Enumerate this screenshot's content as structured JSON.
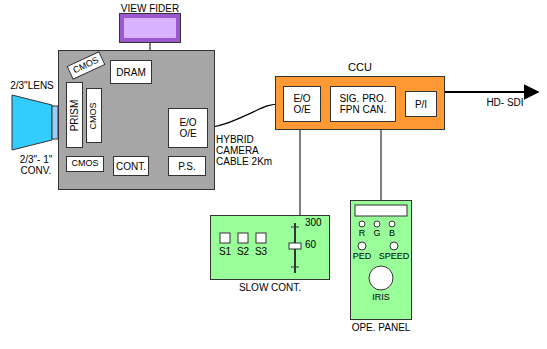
{
  "diagram": {
    "nodes": [
      {
        "text": [
          "VIEW FIDER"
        ]
      },
      {
        "text": []
      },
      {
        "text": [
          "DRAM"
        ],
        "in": 1
      },
      {
        "text": [
          "CMOS"
        ],
        "in": 1
      },
      {
        "text": [
          "PRISM"
        ],
        "in": 1
      },
      {
        "text": [
          "CMOS"
        ],
        "in": 1
      },
      {
        "text": [
          "CMOS"
        ],
        "in": 1
      },
      {
        "text": [
          "E/O O/E"
        ],
        "in": 1
      },
      {
        "text": [
          "CONT."
        ],
        "in": 1
      },
      {
        "text": [
          "P.S."
        ],
        "in": 1
      },
      {
        "text": [
          "CCU"
        ]
      },
      {
        "text": [
          "E/O O/E"
        ],
        "in": 10
      },
      {
        "text": [
          "SIG. PRO. FPN CAN."
        ],
        "in": 10
      },
      {
        "text": [
          "P/I"
        ],
        "in": 10
      },
      {
        "text": [
          "SLOW CONT."
        ]
      },
      {
        "text": [
          "OPE. PANEL"
        ]
      }
    ],
    "edges": [
      {
        "from": 0,
        "to": 1,
        "arrow": "none"
      },
      {
        "from": 7,
        "to": 11,
        "label": "HYBRID CAMERA CABLE 2Km",
        "arrow": "none"
      },
      {
        "from": 10,
        "to": 14,
        "arrow": "none"
      },
      {
        "from": 10,
        "to": 15,
        "arrow": "none"
      }
    ],
    "labels": [
      "2/3\"LENS",
      "2/3\"- 1\" CONV.",
      "S1",
      "S2",
      "S3",
      "300",
      "60",
      "R",
      "G",
      "B",
      "PED",
      "SPEED",
      "IRIS",
      "HD- SDI"
    ]
  }
}
